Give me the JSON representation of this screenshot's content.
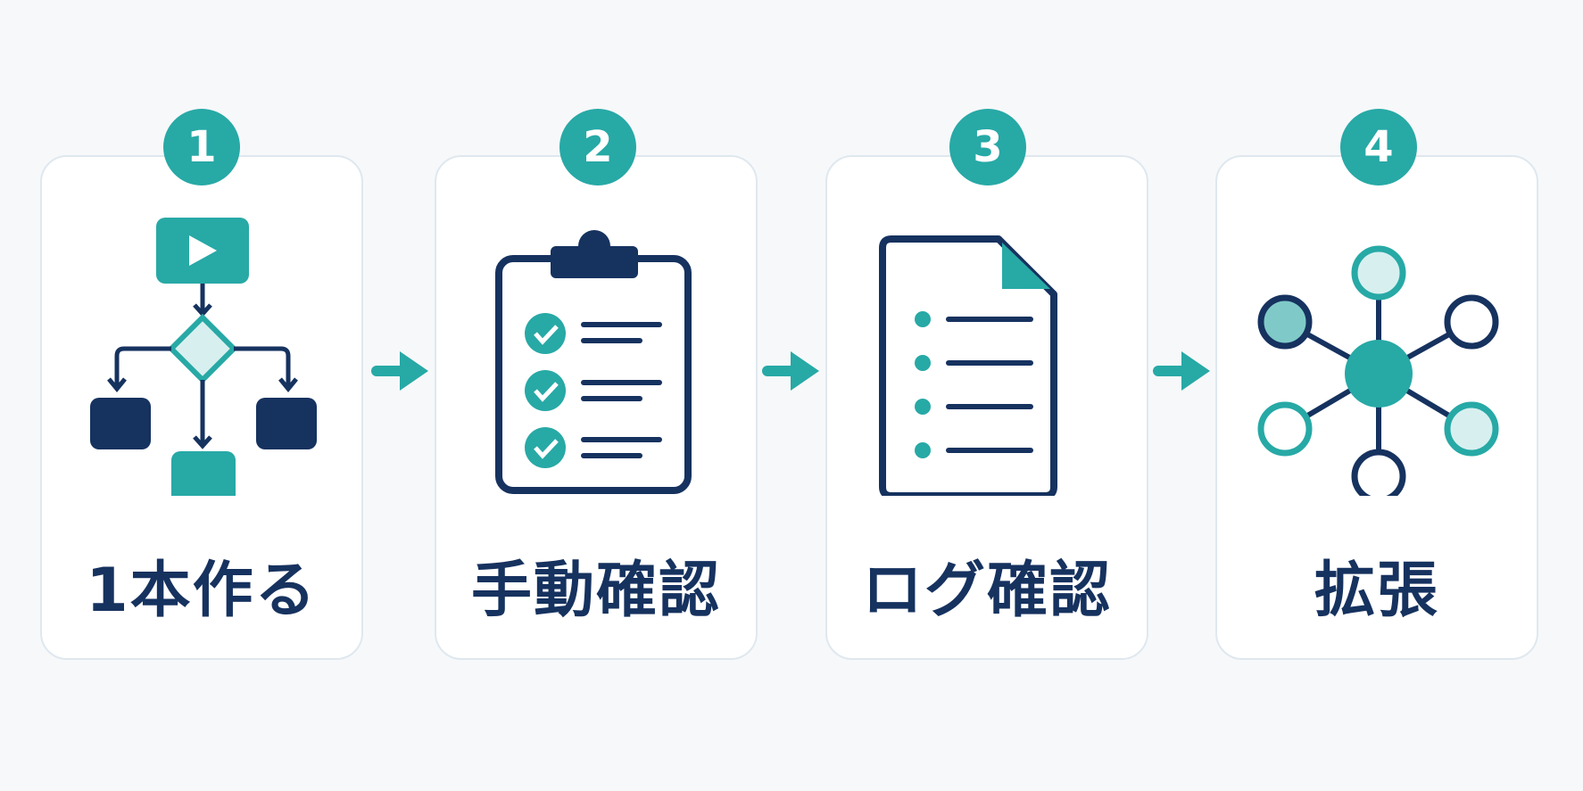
{
  "steps": [
    {
      "number": "1",
      "label": "1本作る",
      "icon": "workflow-flowchart-icon"
    },
    {
      "number": "2",
      "label": "手動確認",
      "icon": "clipboard-checklist-icon"
    },
    {
      "number": "3",
      "label": "ログ確認",
      "icon": "log-document-icon"
    },
    {
      "number": "4",
      "label": "拡張",
      "icon": "network-hub-icon"
    }
  ],
  "colors": {
    "teal": "#27a9a6",
    "navy": "#16325f",
    "light_teal": "#d7f0ef",
    "card_border": "#dfe8ef",
    "background": "#f7f8fa"
  }
}
